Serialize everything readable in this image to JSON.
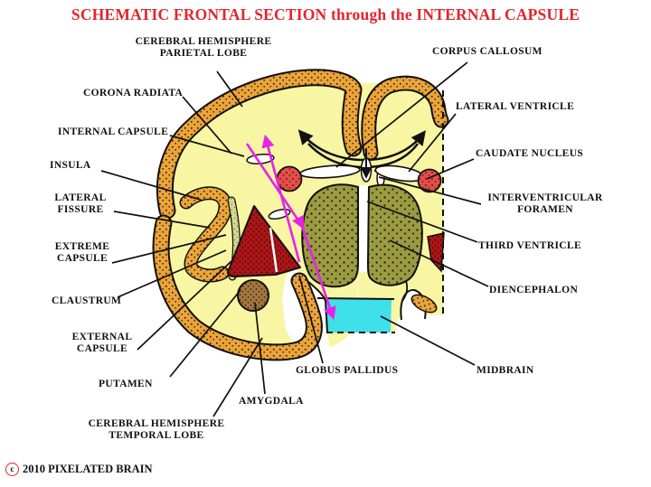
{
  "title": "SCHEMATIC FRONTAL SECTION through the INTERNAL CAPSULE",
  "footer": {
    "copyright_symbol": "c",
    "text": "2010  PIXELATED BRAIN"
  },
  "labels": [
    {
      "id": "parietal-lobe",
      "text": "CEREBRAL HEMISPHERE\nPARIETAL LOBE"
    },
    {
      "id": "corona-radiata",
      "text": "CORONA RADIATA"
    },
    {
      "id": "internal-capsule",
      "text": "INTERNAL CAPSULE"
    },
    {
      "id": "insula",
      "text": "INSULA"
    },
    {
      "id": "lateral-fissure",
      "text": "LATERAL\nFISSURE"
    },
    {
      "id": "extreme-capsule",
      "text": "EXTREME\nCAPSULE"
    },
    {
      "id": "claustrum",
      "text": "CLAUSTRUM"
    },
    {
      "id": "external-capsule",
      "text": "EXTERNAL\nCAPSULE"
    },
    {
      "id": "putamen",
      "text": "PUTAMEN"
    },
    {
      "id": "temporal-lobe",
      "text": "CEREBRAL HEMISPHERE\nTEMPORAL LOBE"
    },
    {
      "id": "amygdala",
      "text": "AMYGDALA"
    },
    {
      "id": "globus-pallidus",
      "text": "GLOBUS PALLIDUS"
    },
    {
      "id": "corpus-callosum",
      "text": "CORPUS CALLOSUM"
    },
    {
      "id": "lateral-ventricle",
      "text": "LATERAL VENTRICLE"
    },
    {
      "id": "caudate-nucleus",
      "text": "CAUDATE NUCLEUS"
    },
    {
      "id": "interventricular-foramen",
      "text": "INTERVENTRICULAR\nFORAMEN"
    },
    {
      "id": "third-ventricle",
      "text": "THIRD VENTRICLE"
    },
    {
      "id": "diencephalon",
      "text": "DIENCEPHALON"
    },
    {
      "id": "midbrain",
      "text": "MIDBRAIN"
    }
  ],
  "colors": {
    "title_red": "#E3242B",
    "label_black": "#101010",
    "cortex_orange": "#ECA438",
    "white_matter_yellow": "#F8F6A3",
    "thalamus_olive": "#9B9B41",
    "caudate_red": "#E0504A",
    "lentiform_dark_red": "#AC1517",
    "amygdala_brown": "#A5763F",
    "midbrain_cyan": "#3FE0EA",
    "claustrum_pale_olive": "#D6D996",
    "pathway_magenta": "#E822E8"
  },
  "structures": [
    {
      "name": "cerebral-cortex-ribbon",
      "color": "#ECA438"
    },
    {
      "name": "white-matter-interior",
      "color": "#F8F6A3"
    },
    {
      "name": "thalamus-diencephalon",
      "color": "#9B9B41"
    },
    {
      "name": "caudate-nucleus",
      "color": "#E0504A"
    },
    {
      "name": "putamen-globus-pallidus",
      "color": "#AC1517"
    },
    {
      "name": "amygdala",
      "color": "#A5763F"
    },
    {
      "name": "midbrain",
      "color": "#3FE0EA"
    },
    {
      "name": "claustrum-strip",
      "color": "#D6D996"
    }
  ]
}
